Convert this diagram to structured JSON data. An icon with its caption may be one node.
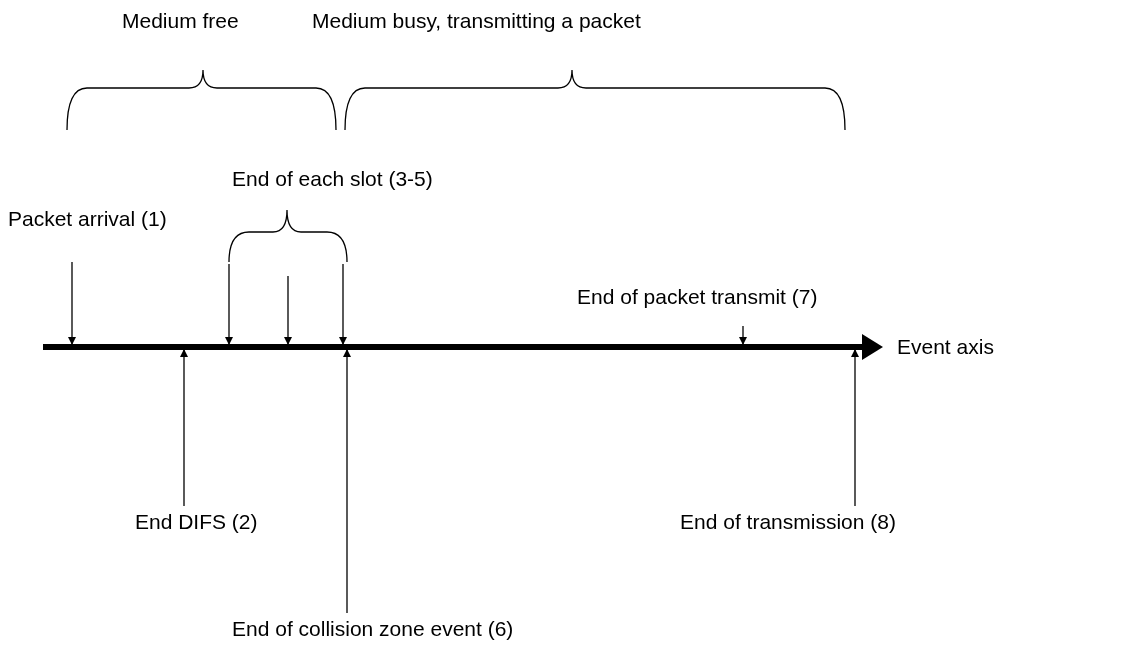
{
  "diagram": {
    "nodes": [
      {
        "text": [
          "End of each slot (3-5)"
        ]
      },
      {
        "text": [
          "Packet arrival (1)"
        ]
      },
      {
        "text": [
          "End of packet transmit (7)"
        ]
      },
      {
        "text": [],
        "shape": "bar",
        "beside": [
          "Event axis"
        ]
      },
      {
        "text": [
          "End DIFS (2)"
        ]
      },
      {
        "text": [
          "End of transmission (8)"
        ]
      },
      {
        "text": [
          "End of collision zone event (6)"
        ]
      }
    ],
    "edges": [
      {
        "from": 1,
        "to": 3,
        "arrow": "to"
      },
      {
        "from": 0,
        "to": 3,
        "arrow": "to"
      },
      {
        "from": 0,
        "to": 3,
        "arrow": "to"
      },
      {
        "from": 0,
        "to": 3,
        "arrow": "to"
      },
      {
        "from": 2,
        "to": 3,
        "arrow": "to"
      },
      {
        "from": 4,
        "to": 3,
        "arrow": "to"
      },
      {
        "from": 6,
        "to": 3,
        "arrow": "to"
      },
      {
        "from": 5,
        "to": 3,
        "arrow": "to"
      }
    ],
    "labels": [
      "Medium free",
      "Medium busy, transmitting a packet"
    ]
  }
}
